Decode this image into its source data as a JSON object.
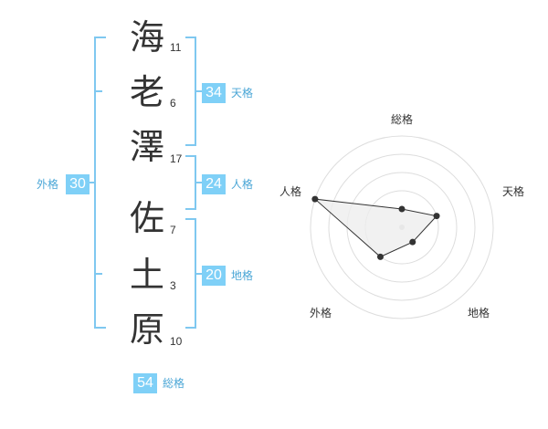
{
  "name_chars": [
    {
      "char": "海",
      "strokes": "11"
    },
    {
      "char": "老",
      "strokes": "6"
    },
    {
      "char": "澤",
      "strokes": "17"
    },
    {
      "char": "佐",
      "strokes": "7"
    },
    {
      "char": "土",
      "strokes": "3"
    },
    {
      "char": "原",
      "strokes": "10"
    }
  ],
  "fortunes": {
    "tenkaku": {
      "value": "34",
      "label": "天格"
    },
    "jinkaku": {
      "value": "24",
      "label": "人格"
    },
    "chikaku": {
      "value": "20",
      "label": "地格"
    },
    "gaikaku": {
      "value": "30",
      "label": "外格"
    },
    "soukaku": {
      "value": "54",
      "label": "総格"
    }
  },
  "colors": {
    "badge": "#7fd0f7",
    "bracket": "#7fc8f0",
    "badge_label": "#4aa6d6",
    "radar_fill": "#eeeeee"
  },
  "chart_data": {
    "type": "radar",
    "axes": [
      "総格",
      "天格",
      "地格",
      "外格",
      "人格"
    ],
    "rings": 4,
    "values": [
      1,
      2,
      1,
      2,
      5
    ],
    "max": 5
  }
}
